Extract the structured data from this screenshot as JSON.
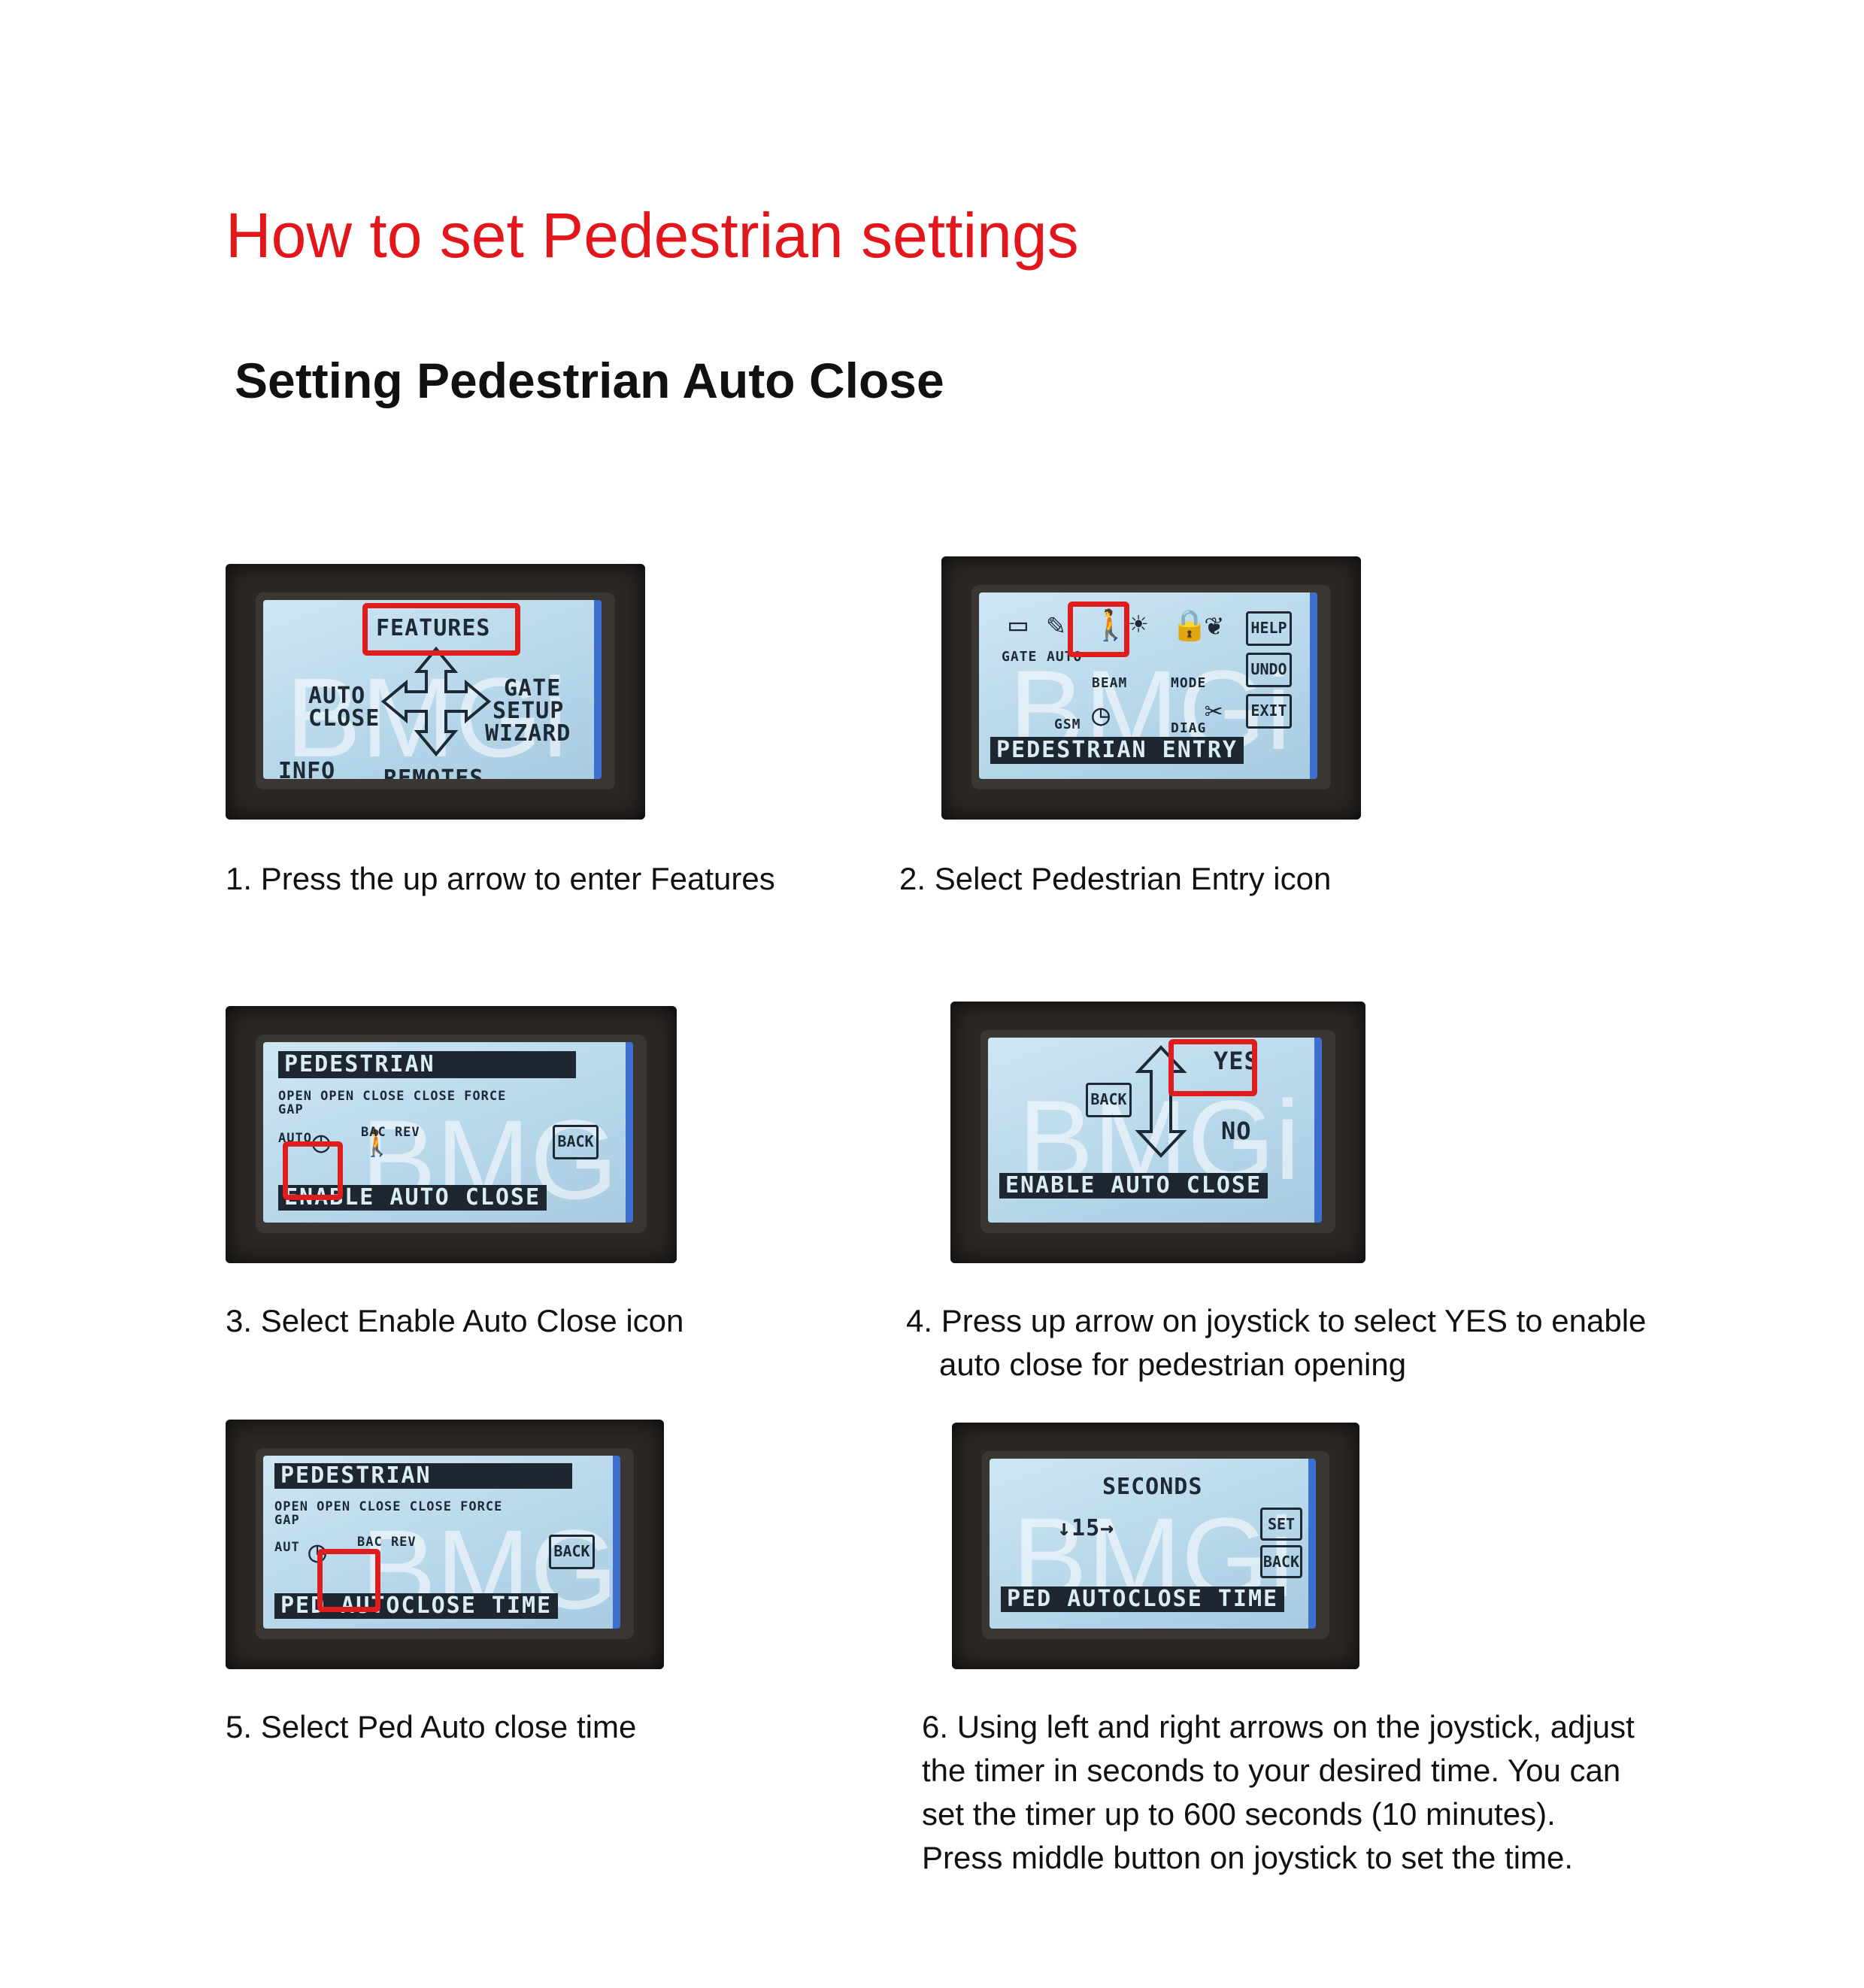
{
  "title": "How to set Pedestrian settings",
  "subtitle": "Setting Pedestrian Auto Close",
  "watermark": "BMGi",
  "steps": [
    {
      "caption_lines": [
        "1. Press the up arrow to enter Features"
      ],
      "screen": {
        "features": "FEATURES",
        "auto": "AUTO",
        "close": "CLOSE",
        "gate": "GATE",
        "setup": "SETUP",
        "wizard": "WIZARD",
        "info": "INFO",
        "remotes": "REMOTES"
      }
    },
    {
      "caption_lines": [
        "2. Select Pedestrian Entry icon"
      ],
      "screen": {
        "gate": "GATE",
        "auto": "AUTO",
        "beam": "BEAM",
        "mode": "MODE",
        "gsm": "GSM",
        "diag": "DIAG",
        "help": "HELP",
        "undo": "UNDO",
        "exit": "EXIT",
        "bar": "PEDESTRIAN ENTRY"
      }
    },
    {
      "caption_lines": [
        "3. Select Enable Auto Close icon"
      ],
      "screen": {
        "header": "PEDESTRIAN",
        "icons_row": "OPEN OPEN CLOSE CLOSE FORCE",
        "gap": "GAP",
        "auto": "AUTO",
        "bac_rev": "BAC REV",
        "back": "BACK",
        "bar": "ENABLE AUTO CLOSE"
      }
    },
    {
      "caption_lines": [
        "4. Press up arrow on joystick to select YES to enable",
        "auto close for pedestrian opening"
      ],
      "screen": {
        "yes": "YES",
        "no": "NO",
        "back": "BACK",
        "bar": "ENABLE AUTO CLOSE"
      }
    },
    {
      "caption_lines": [
        "5. Select Ped Auto close time"
      ],
      "screen": {
        "header": "PEDESTRIAN",
        "icons_row": "OPEN OPEN CLOSE CLOSE FORCE",
        "gap": "GAP",
        "auto": "AUT",
        "bac_rev": "BAC REV",
        "back": "BACK",
        "bar": "PED AUTOCLOSE TIME"
      }
    },
    {
      "caption_lines": [
        "6. Using left and right arrows on the joystick, adjust",
        "the timer in seconds to your desired time. You can",
        "set the timer up to 600 seconds (10 minutes).",
        "Press middle button on joystick to set the time."
      ],
      "screen": {
        "seconds": "SECONDS",
        "value": "↓15→",
        "set": "SET",
        "back": "BACK",
        "bar": "PED AUTOCLOSE TIME"
      }
    }
  ]
}
